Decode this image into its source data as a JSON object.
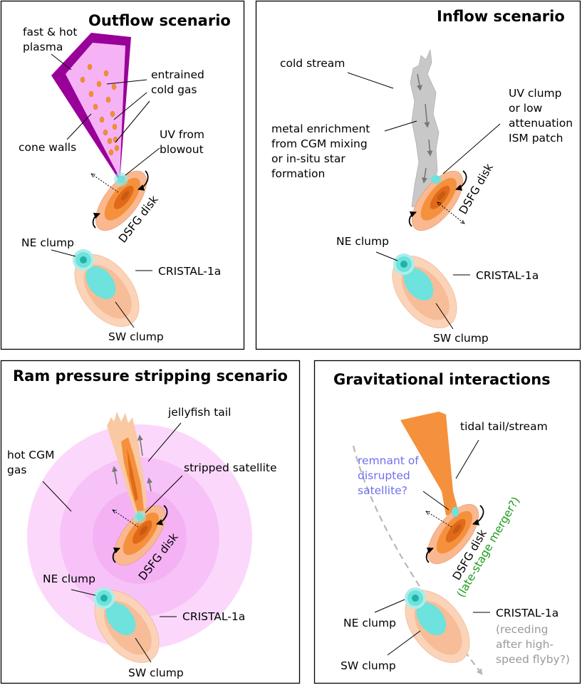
{
  "panels": {
    "outflow": {
      "title": "Outflow scenario",
      "fast_hot_plasma": [
        "fast & hot",
        "plasma"
      ],
      "entrained_cold_gas": [
        "entrained",
        "cold gas"
      ],
      "cone_walls": "cone walls",
      "uv_from_blowout": [
        "UV from",
        "blowout"
      ],
      "dsfg_disk": "DSFG disk",
      "ne_clump": "NE clump",
      "cristal": "CRISTAL-1a",
      "sw_clump": "SW clump"
    },
    "inflow": {
      "title": "Inflow scenario",
      "cold_stream": "cold stream",
      "uv_clump": [
        "UV clump",
        "or low",
        "attenuation",
        "ISM patch"
      ],
      "metal_enrichment": [
        "metal enrichment",
        "from CGM mixing",
        "or in-situ star",
        "formation"
      ],
      "dsfg_disk": "DSFG disk",
      "ne_clump": "NE clump",
      "cristal": "CRISTAL-1a",
      "sw_clump": "SW clump"
    },
    "ram": {
      "title": "Ram pressure stripping scenario",
      "jellyfish_tail": "jellyfish tail",
      "hot_cgm_gas": [
        "hot CGM",
        "gas"
      ],
      "stripped_satellite": "stripped satellite",
      "dsfg_disk": "DSFG disk",
      "ne_clump": "NE clump",
      "cristal": "CRISTAL-1a",
      "sw_clump": "SW clump"
    },
    "grav": {
      "title": "Gravitational interactions",
      "tidal_tail": "tidal tail/stream",
      "remnant": [
        "remnant of",
        "disrupted",
        "satellite?"
      ],
      "dsfg_disk": "DSFG disk",
      "late_stage": "(late-stage merger?)",
      "ne_clump": "NE clump",
      "cristal": "CRISTAL-1a",
      "receding": [
        "(receding",
        "after high-",
        "speed flyby?)"
      ],
      "sw_clump": "SW clump"
    }
  },
  "colors": {
    "cone_wall": "#990099",
    "plasma": "#f5b3f5",
    "droplet": "#f09030",
    "disk_outer": "#f9b890",
    "disk_mid": "#f5913c",
    "disk_inner": "#e06a1a",
    "clump_cyan": "#6ee2dc",
    "clump_teal": "#1fb3a6",
    "cristal_outer": "#fbd3b8",
    "cristal_mid": "#f7bd98",
    "cold_stream": "#c8c8c8",
    "cgm_outer": "#fbd8fb",
    "cgm_mid": "#f7c2f7",
    "tail_orange": "#f5913c",
    "tail_pale": "#f9c9a4",
    "remnant_text": "#6f6ff0",
    "late_stage_text": "#1a9a1a",
    "receding_text": "#9a9a9a"
  }
}
